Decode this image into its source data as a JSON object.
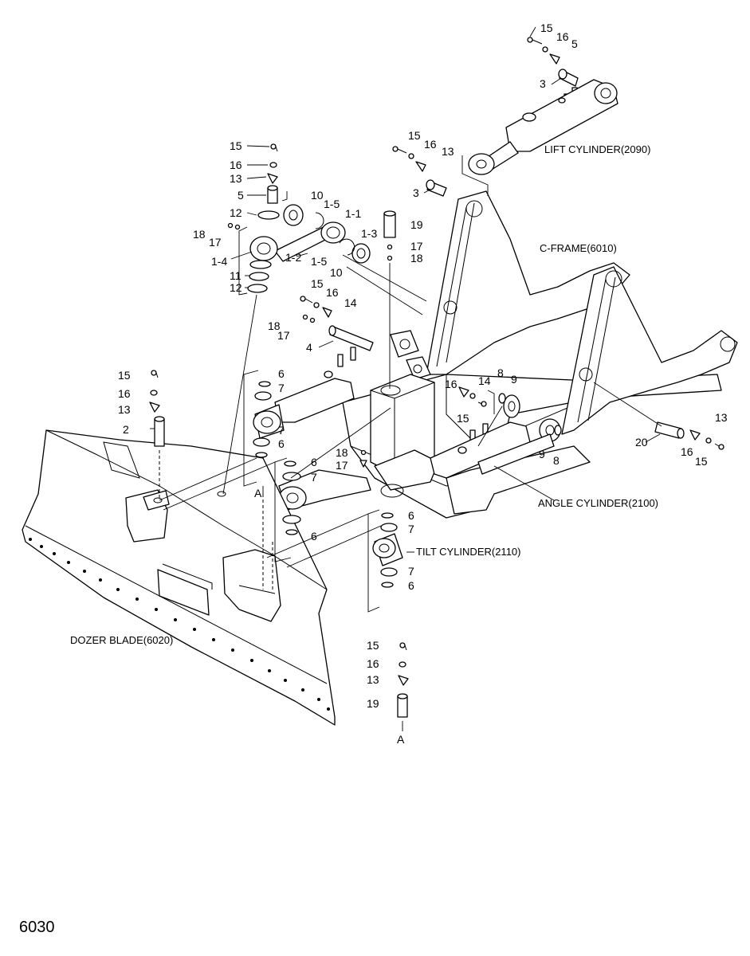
{
  "page_number": "6030",
  "assembly_labels": {
    "lift_cylinder": "LIFT CYLINDER(2090)",
    "c_frame": "C-FRAME(6010)",
    "angle_cylinder": "ANGLE CYLINDER(2100)",
    "tilt_cylinder": "TILT CYLINDER(2110)",
    "dozer_blade": "DOZER BLADE(6020)"
  },
  "section_markers": [
    "A",
    "A"
  ],
  "callouts": {
    "lift_top": [
      "15",
      "16",
      "5",
      "3"
    ],
    "lift_lower": [
      "15",
      "16",
      "13",
      "3"
    ],
    "left_stack": [
      "15",
      "16",
      "13",
      "5",
      "12",
      "18",
      "17",
      "1-4",
      "11",
      "12"
    ],
    "lever": [
      "10",
      "1-5",
      "1-1",
      "1-3",
      "1-2",
      "1-5",
      "10"
    ],
    "pin_19": [
      "19",
      "17",
      "18"
    ],
    "pin_4": [
      "15",
      "16",
      "14",
      "18",
      "17",
      "4"
    ],
    "blade_pin": [
      "15",
      "16",
      "13",
      "2"
    ],
    "angle_stack_upper": [
      "6",
      "7",
      "7",
      "6"
    ],
    "angle_stack_lower": [
      "6",
      "7",
      "6"
    ],
    "center": [
      "18",
      "17"
    ],
    "angle_right": [
      "14",
      "16",
      "15",
      "8",
      "9",
      "9",
      "8"
    ],
    "right_pin": [
      "13",
      "20",
      "16",
      "15"
    ],
    "tilt_stack": [
      "6",
      "7",
      "7",
      "6"
    ],
    "bottom_pin": [
      "15",
      "16",
      "13",
      "19"
    ]
  }
}
